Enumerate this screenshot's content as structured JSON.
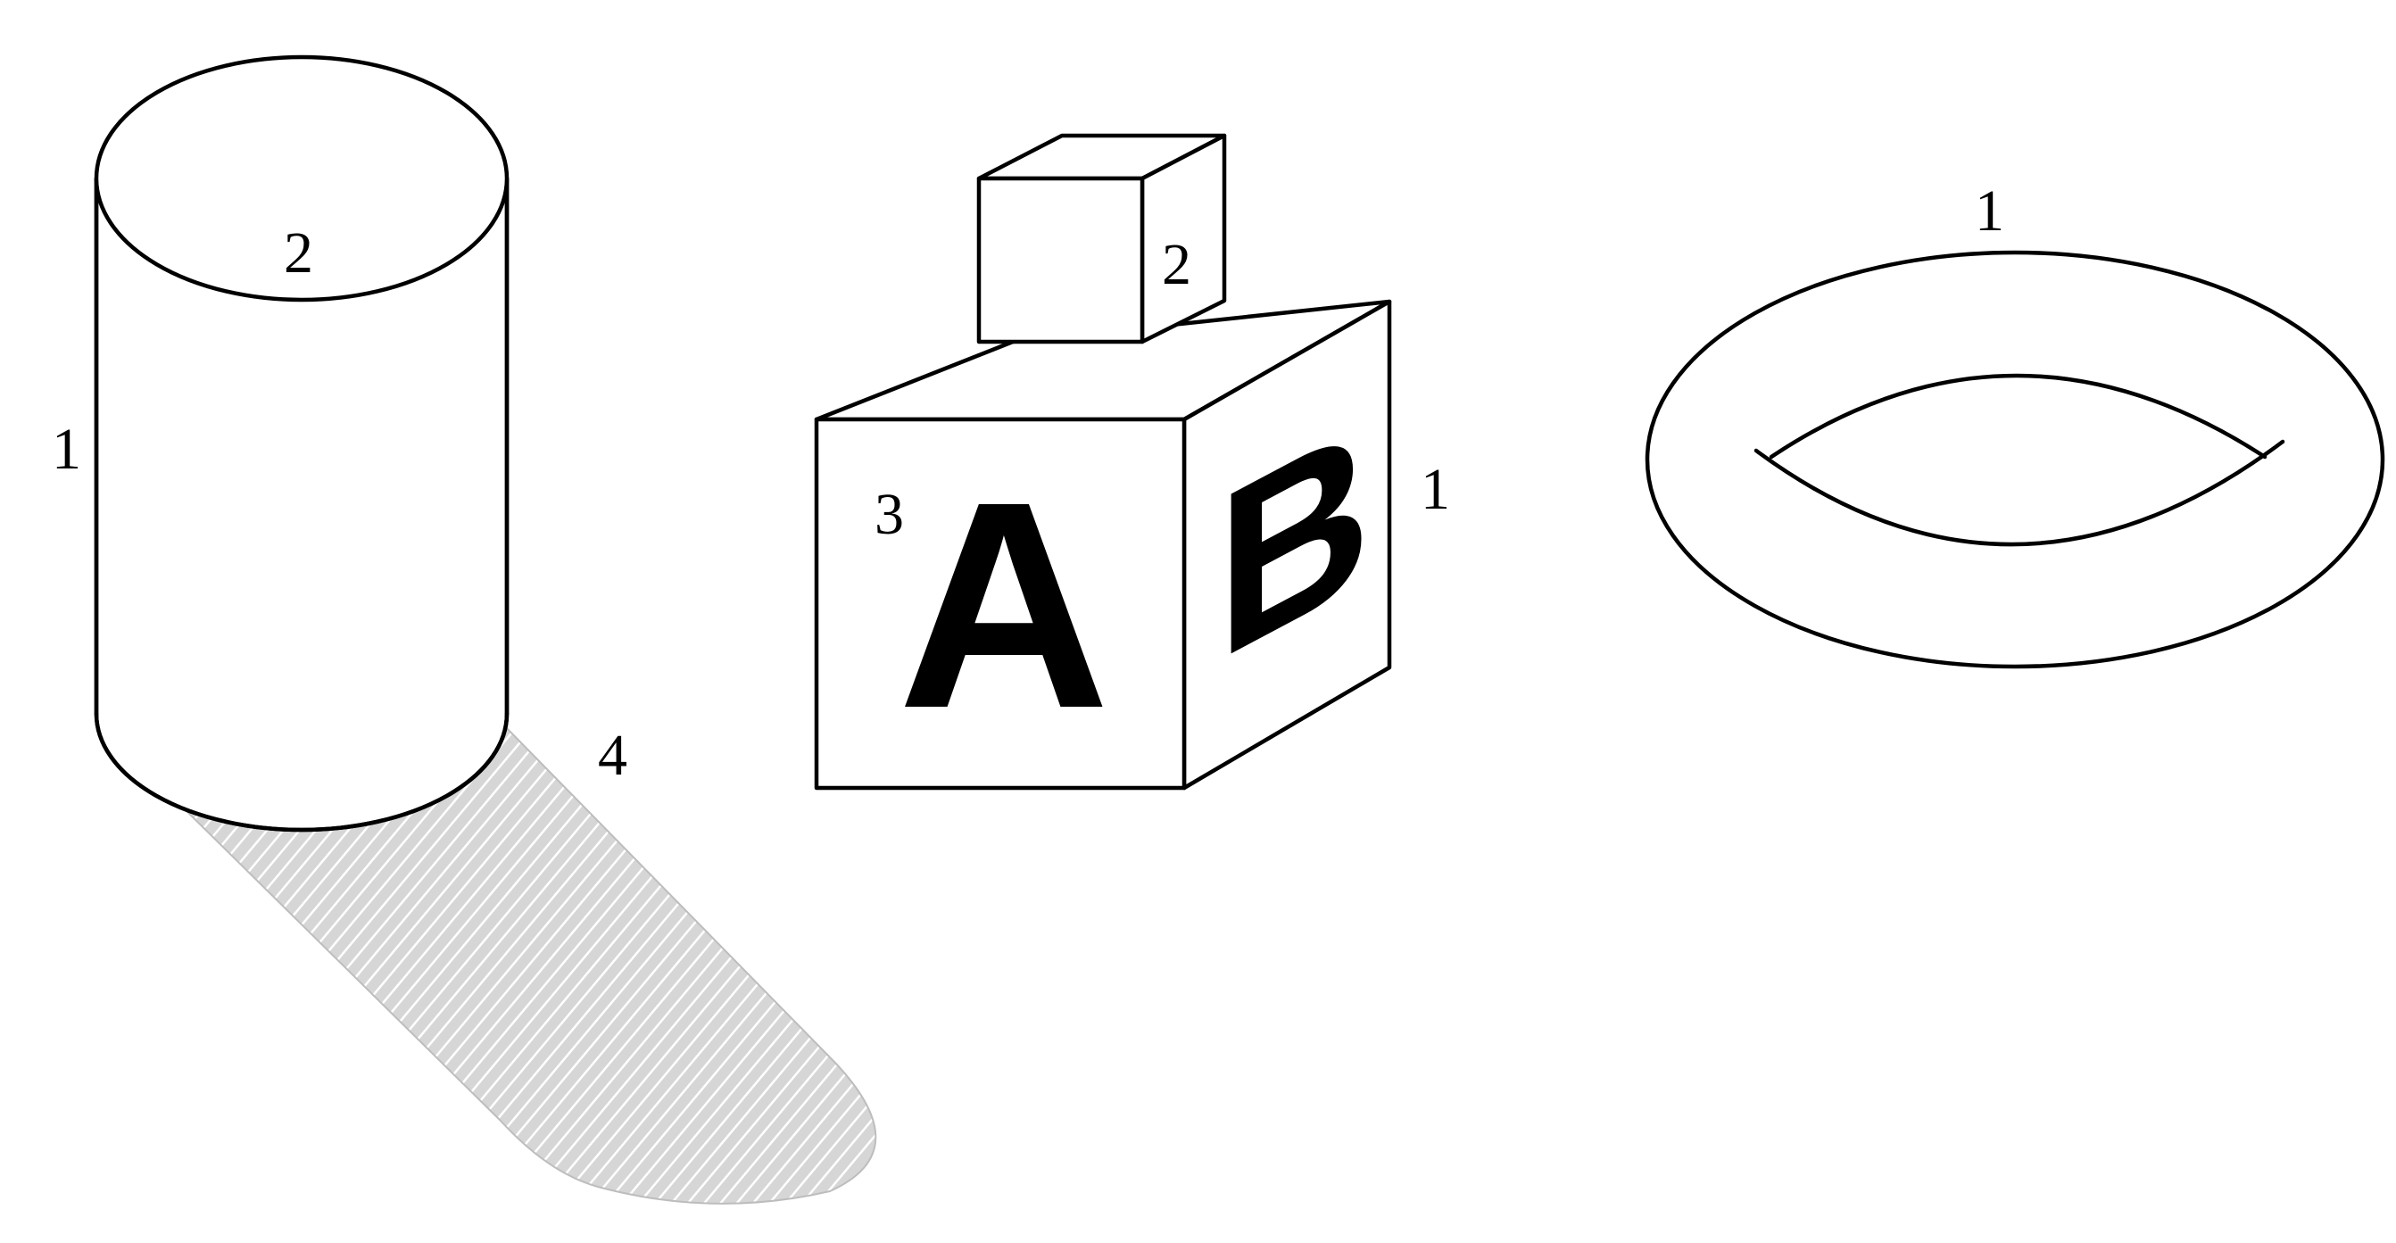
{
  "cylinder": {
    "side_label": "1",
    "top_label": "2",
    "shadow_label": "4"
  },
  "blocks": {
    "big_block_label": "1",
    "small_block_label": "2",
    "front_face_label": "3",
    "front_letter": "A",
    "side_letter": "B"
  },
  "torus": {
    "label": "1"
  },
  "colors": {
    "stroke": "#000000",
    "background": "#ffffff",
    "shadow": "#c8c8c8"
  }
}
